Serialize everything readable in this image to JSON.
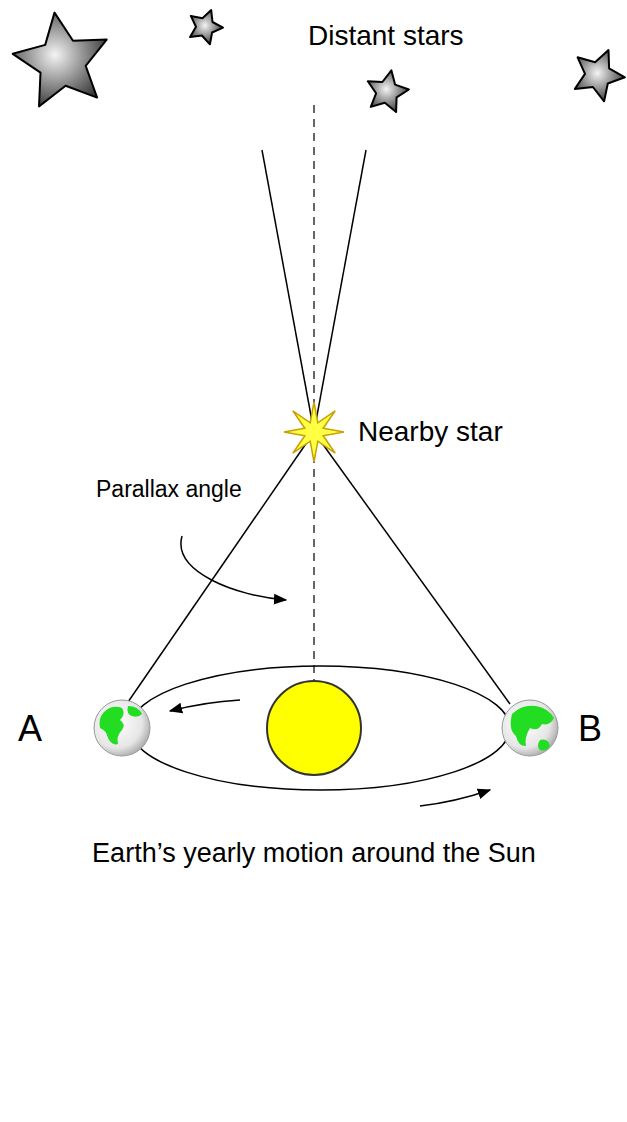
{
  "diagram": {
    "labels": [
      "Distant stars",
      "Nearby star",
      "Parallax angle",
      "A",
      "B",
      "Earth’s yearly motion around the Sun"
    ]
  }
}
